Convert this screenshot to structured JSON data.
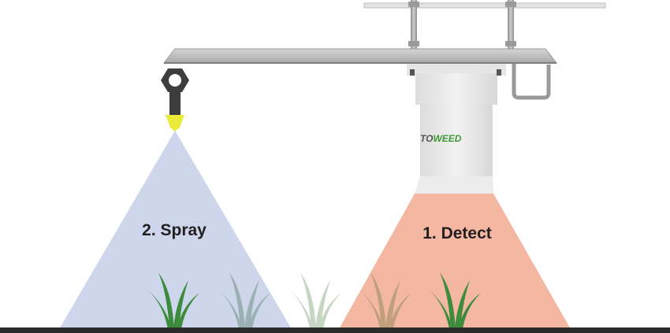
{
  "diagram": {
    "spray_label": "2. Spray",
    "detect_label": "1. Detect",
    "sensor_brand_prefix": "TO",
    "sensor_brand_highlight": "WEED"
  },
  "colors": {
    "spray_cone": "#cdd6ea",
    "detect_cone": "#f4b7a2",
    "nozzle": "#e9ea39",
    "boom": "#c3c3c3",
    "sensor_body": "#eeeeee",
    "weed_green": "#3d8b3d",
    "ground": "#2a2a2a",
    "brand_green": "#3d9a35"
  },
  "weeds": [
    {
      "name": "weed-1",
      "opacity": 1.0
    },
    {
      "name": "weed-2",
      "opacity": 0.35
    },
    {
      "name": "weed-3",
      "opacity": 0.3
    },
    {
      "name": "weed-4",
      "opacity": 0.3
    },
    {
      "name": "weed-5",
      "opacity": 1.0
    }
  ]
}
